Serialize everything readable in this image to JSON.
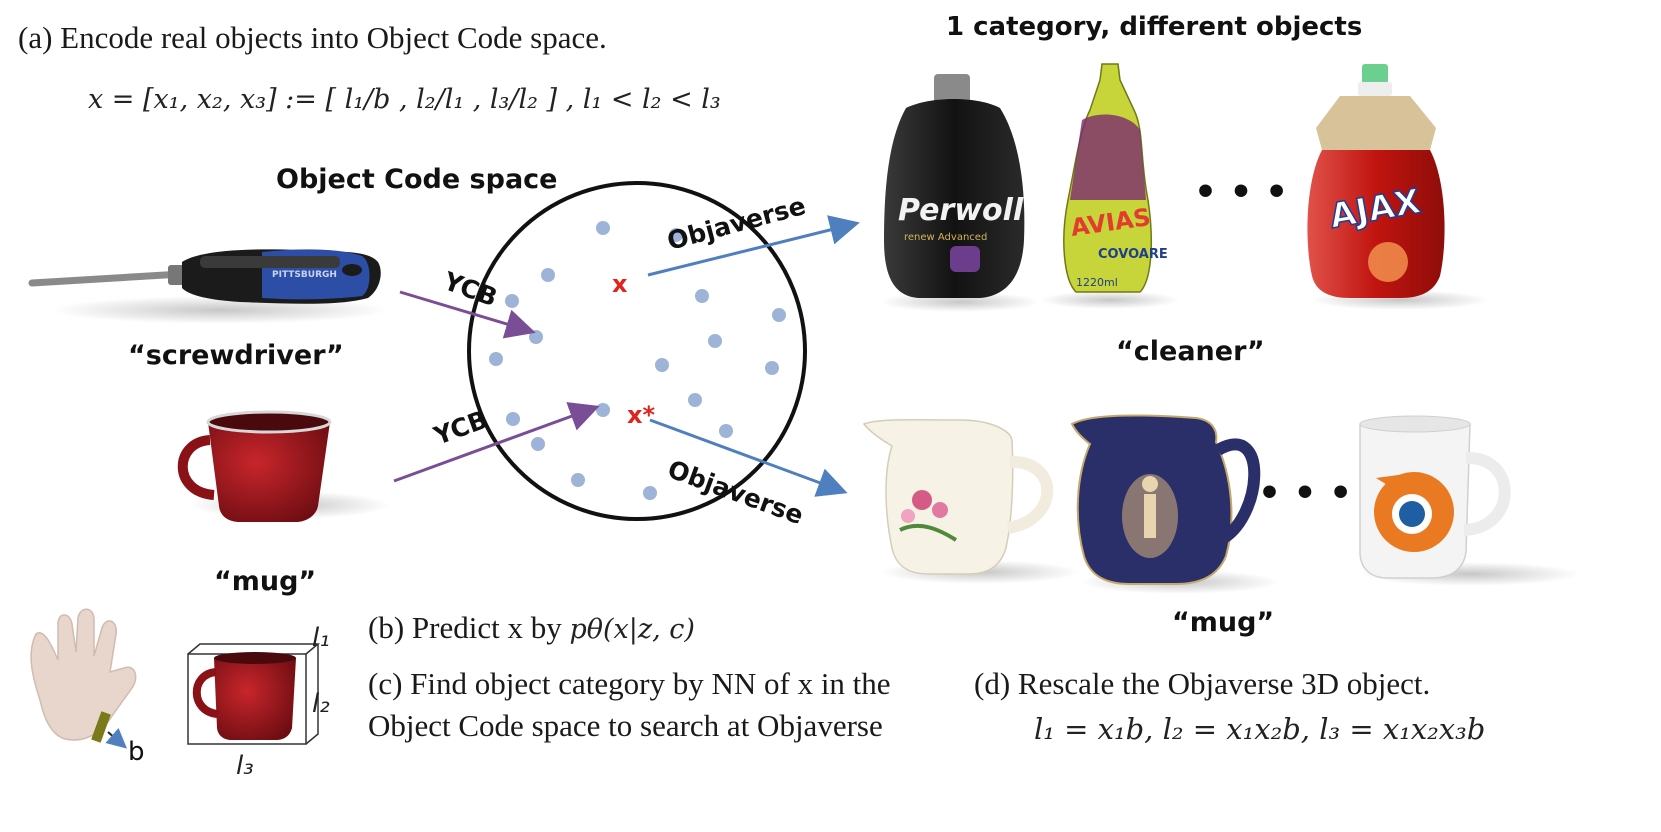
{
  "captions": {
    "a": "(a) Encode real objects into Object Code space.",
    "b_prefix": "(b) Predict x by",
    "c_line1": "(c) Find object category by NN of x in the",
    "c_line2": "Object Code space to search at Objaverse",
    "d": "(d) Rescale the Objaverse 3D object."
  },
  "formulas": {
    "encode": "x = [x₁, x₂, x₃] := [ l₁/b , l₂/l₁ , l₃/l₂ ] , l₁ < l₂ < l₃",
    "predict": "pθ(x|z, c)",
    "rescale": "l₁ = x₁b, l₂ = x₁x₂b, l₃ = x₁x₂x₃b"
  },
  "headings": {
    "space": "Object Code space",
    "category": "1 category, different objects"
  },
  "labels": {
    "screwdriver": "“screwdriver”",
    "mug_left": "“mug”",
    "cleaner": "“cleaner”",
    "mug_right": "“mug”",
    "ycb_top": "YCB",
    "ycb_bottom": "YCB",
    "objaverse_top": "Objaverse",
    "objaverse_bottom": "Objaverse",
    "x": "x",
    "x_star": "x*",
    "handle_text": "PITTSBURGH",
    "hand_b": "b",
    "l1": "l₁",
    "l2": "l₂",
    "l3": "l₃",
    "ellipsis_top": "• • •",
    "ellipsis_bottom": "• • •"
  },
  "product_text": {
    "perwoll": "Perwoll",
    "perwoll_sub": "renew Advanced",
    "avias": "AVIAS",
    "avias_sub": "COVOARE",
    "avias_volume": "1220ml",
    "ajax": "AJAX"
  },
  "colors": {
    "dot": "#9db3d8",
    "ycb_arrow": "#7a4d97",
    "objaverse_arrow": "#4f7fbf",
    "x_marker": "#e0231c"
  }
}
